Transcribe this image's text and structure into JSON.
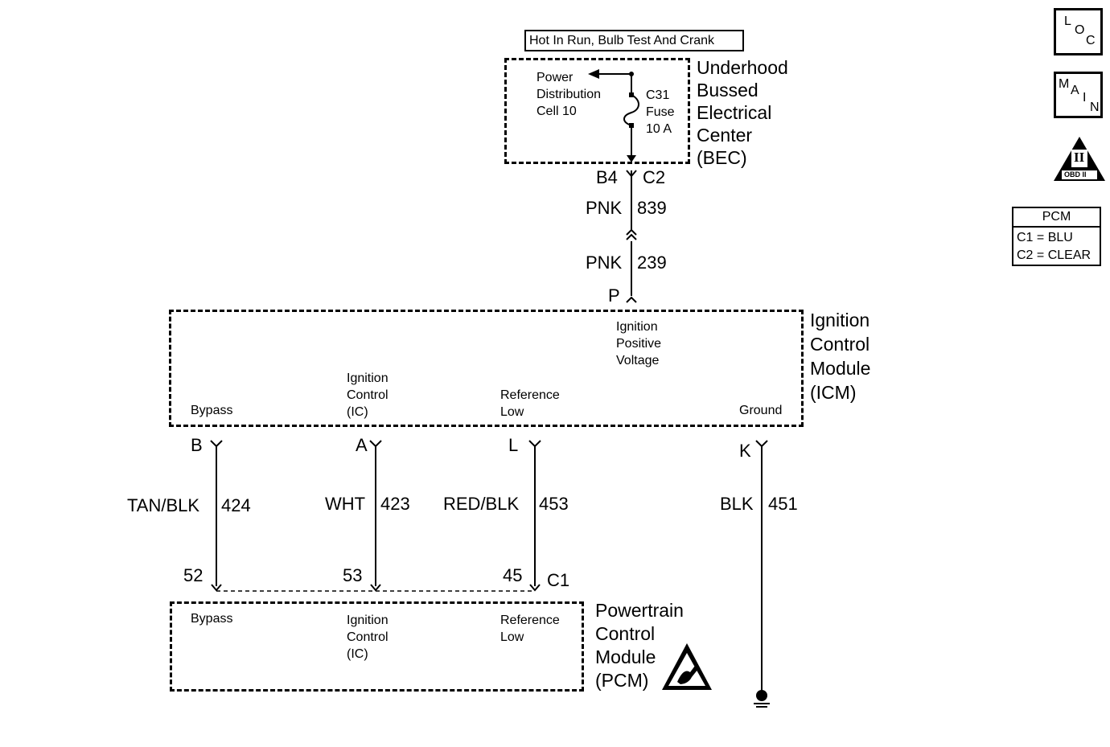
{
  "hot_label": "Hot In Run, Bulb Test And Crank",
  "bec": {
    "title": "Underhood\nBussed\nElectrical\nCenter\n(BEC)",
    "pdc_label": "Power\nDistribution\nCell 10",
    "fuse_label": "C31\nFuse\n10 A"
  },
  "feed": {
    "bec_pin": "B4",
    "bec_connector": "C2",
    "upper_wire": {
      "color": "PNK",
      "circuit": "839"
    },
    "lower_wire": {
      "color": "PNK",
      "circuit": "239"
    },
    "icm_pin": "P"
  },
  "icm": {
    "title": "Ignition\nControl\nModule\n(ICM)",
    "labels": {
      "ipv": "Ignition\nPositive\nVoltage",
      "bypass": "Bypass",
      "ic": "Ignition\nControl\n(IC)",
      "ref": "Reference\nLow",
      "ground": "Ground"
    }
  },
  "wires": [
    {
      "icm_pin": "B",
      "color": "TAN/BLK",
      "circuit": "424",
      "pcm_pin": "52"
    },
    {
      "icm_pin": "A",
      "color": "WHT",
      "circuit": "423",
      "pcm_pin": "53"
    },
    {
      "icm_pin": "L",
      "color": "RED/BLK",
      "circuit": "453",
      "pcm_pin": "45"
    },
    {
      "icm_pin": "K",
      "color": "BLK",
      "circuit": "451"
    }
  ],
  "pcm_connector": "C1",
  "pcm": {
    "title": "Powertrain\nControl\nModule\n(PCM)",
    "labels": {
      "bypass": "Bypass",
      "ic": "Ignition\nControl\n(IC)",
      "ref": "Reference\nLow"
    }
  },
  "side_icons": {
    "loc": {
      "l": "L",
      "o": "O",
      "c": "C"
    },
    "main": {
      "m": "M",
      "a": "A",
      "i": "I",
      "n": "N"
    },
    "obd": {
      "roman": "II",
      "text": "OBD II"
    }
  },
  "pcm_legend": {
    "title": "PCM",
    "line1": "C1 = BLU",
    "line2": "C2 = CLEAR"
  }
}
